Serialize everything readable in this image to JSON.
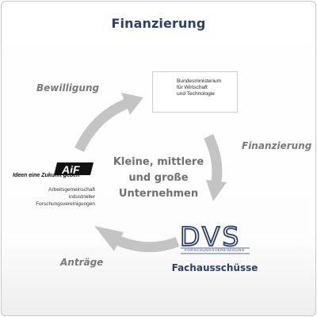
{
  "title": "Finanzierung",
  "colors": {
    "title": "#2e3f6b",
    "arrows": "#c4c4c4",
    "step_labels": "#7a7a7a",
    "center_text": "#707070",
    "dvs_blue": "#2e3f6b"
  },
  "steps": {
    "bewilligung": "Bewilligung",
    "finanzierung": "Finanzierung",
    "antraege": "Anträge"
  },
  "center": {
    "line1": "Kleine, mittlere",
    "line2": "und große",
    "line3": "Unternehmen"
  },
  "bmwi": {
    "line1": "Bundesministerium",
    "line2": "für Wirtschaft",
    "line3": "und Technologie"
  },
  "aif": {
    "logo_text": "AiF",
    "slogan": "Ideen eine Zukunft geben",
    "line1": "Arbeitsgemeinschaft",
    "line2": "industrieller",
    "line3": "Forschungsvereinigungen"
  },
  "dvs": {
    "logo_text": "DVS",
    "sub": "FORSCHUNGSVEREINIGUNG",
    "caption": "Fachausschüsse"
  }
}
